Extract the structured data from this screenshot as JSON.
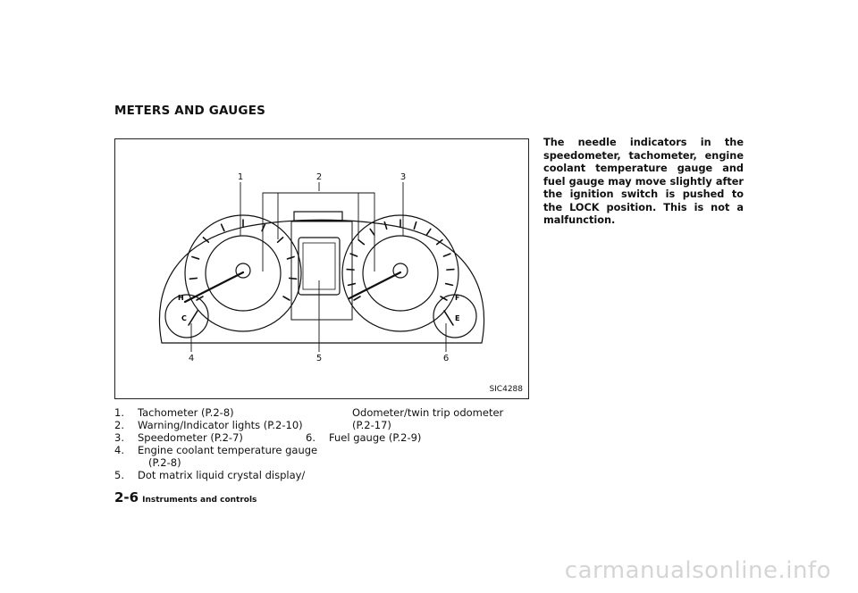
{
  "header": {
    "section_title": "METERS AND GAUGES"
  },
  "figure": {
    "code": "SIC4288",
    "callouts": [
      "1",
      "2",
      "3",
      "4",
      "5",
      "6"
    ],
    "gauge_marks": {
      "hot": "H",
      "cold": "C",
      "full": "F",
      "empty": "E"
    }
  },
  "list_left": [
    {
      "num": "1.",
      "text": "Tachometer (P.2-8)"
    },
    {
      "num": "2.",
      "text": "Warning/Indicator lights (P.2-10)"
    },
    {
      "num": "3.",
      "text": "Speedometer (P.2-7)"
    },
    {
      "num": "4.",
      "text": "Engine coolant temperature gauge"
    },
    {
      "num": "",
      "text": "(P.2-8)"
    },
    {
      "num": "5.",
      "text": "Dot matrix liquid crystal display/"
    }
  ],
  "list_right": [
    {
      "num": "",
      "text": "Odometer/twin trip odometer"
    },
    {
      "num": "",
      "text": "(P.2-17)"
    },
    {
      "num": "6.",
      "text": "Fuel gauge (P.2-9)"
    }
  ],
  "note": "The needle indicators in the speedometer, tachometer, engine coolant temperature gauge and fuel gauge may move slightly after the ignition switch is pushed to the LOCK position. This is not a malfunction.",
  "footer": {
    "page_number": "2-6",
    "section": "Instruments and controls"
  },
  "watermark": "carmanualsonline.info"
}
